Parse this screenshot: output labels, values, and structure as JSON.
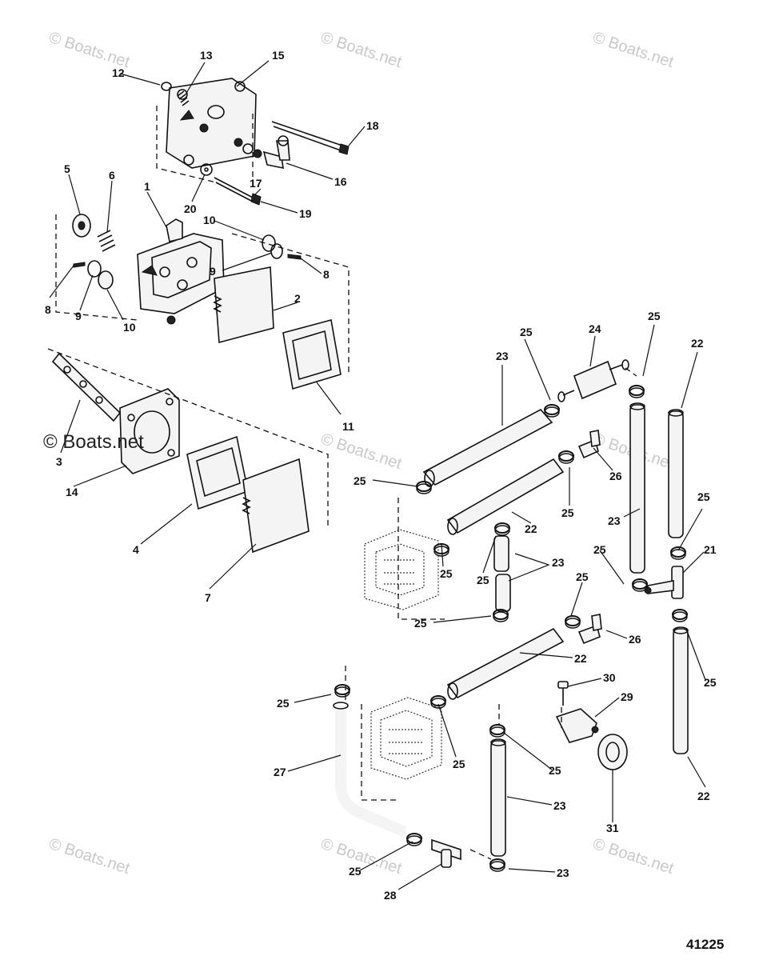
{
  "diagram": {
    "document_number": "41225",
    "watermarks": [
      "© Boats.net",
      "© Boats.net",
      "© Boats.net",
      "© Boats.net",
      "© Boats.net",
      "© Boats.net",
      "© Boats.net",
      "© Boats.net"
    ],
    "watermark_main": "© Boats.net",
    "callouts": [
      "1",
      "2",
      "3",
      "4",
      "5",
      "6",
      "7",
      "8",
      "8",
      "9",
      "9",
      "10",
      "10",
      "11",
      "12",
      "13",
      "14",
      "15",
      "16",
      "17",
      "18",
      "19",
      "20",
      "21",
      "22",
      "22",
      "22",
      "22",
      "23",
      "23",
      "23",
      "23",
      "23",
      "24",
      "25",
      "25",
      "25",
      "25",
      "25",
      "25",
      "25",
      "25",
      "25",
      "25",
      "25",
      "25",
      "25",
      "25",
      "25",
      "26",
      "26",
      "27",
      "28",
      "29",
      "30",
      "31"
    ]
  }
}
